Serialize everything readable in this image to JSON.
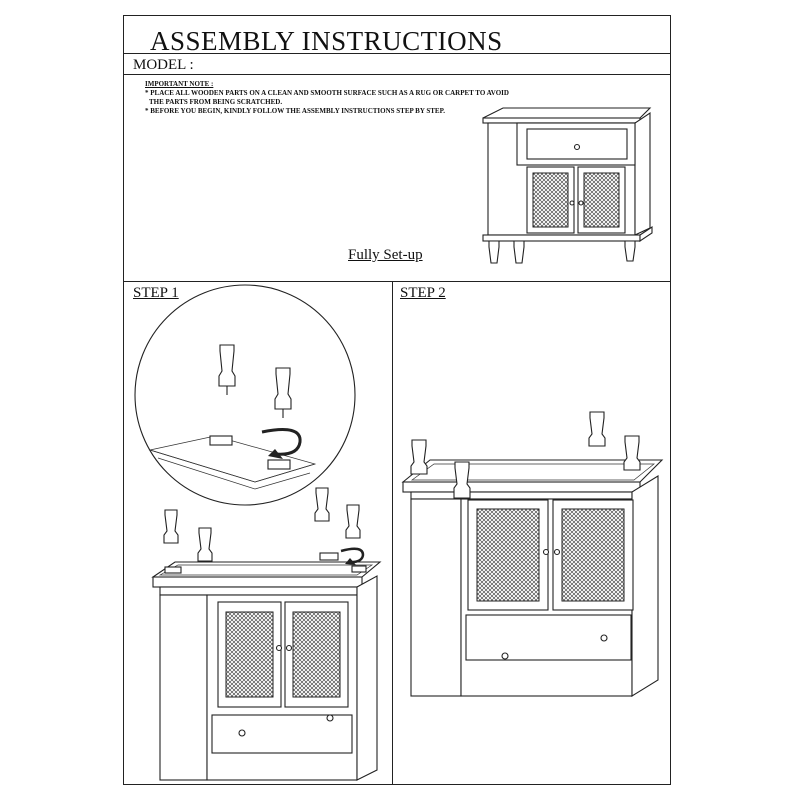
{
  "header": {
    "title": "ASSEMBLY INSTRUCTIONS",
    "model_label": "MODEL :"
  },
  "important_note": {
    "heading": "IMPORTANT NOTE :",
    "line1": "* PLACE ALL WOODEN PARTS ON A CLEAN AND SMOOTH SURFACE SUCH AS A RUG OR CARPET TO AVOID",
    "line2": "THE PARTS FROM BEING SCRATCHED.",
    "line3": "* BEFORE YOU BEGIN, KINDLY FOLLOW THE ASSEMBLY INSTRUCTIONS STEP BY STEP."
  },
  "overview": {
    "caption": "Fully Set-up"
  },
  "steps": [
    {
      "label": "STEP 1"
    },
    {
      "label": "STEP 2"
    }
  ],
  "colors": {
    "line": "#222222",
    "paper": "#ffffff"
  }
}
